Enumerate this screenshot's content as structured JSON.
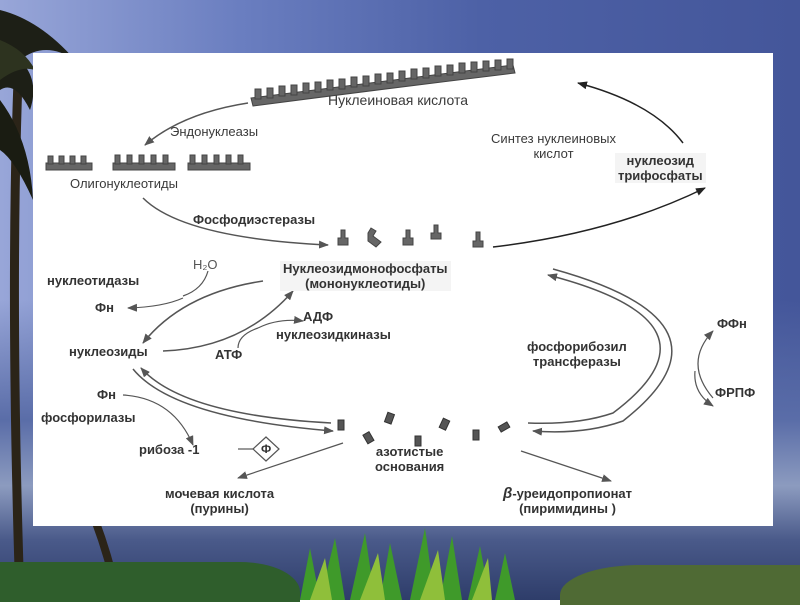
{
  "slide": {
    "background": {
      "sky_color": "#4d61a6",
      "accent_light": "#98a6d8"
    },
    "diagram": {
      "title_hidden": true,
      "nodes": {
        "nucleic_acid": "Нуклеиновая кислота",
        "oligonucleotides": "Олигонуклеотиды",
        "nmp_line1": "Нуклеозидмонофосфаты",
        "nmp_line2": "(мононуклеотиды)",
        "ntp_line1": "нуклеозид",
        "ntp_line2": "трифосфаты",
        "nucleosides": "нуклеозиды",
        "bases_line1": "азотистые",
        "bases_line2": "основания",
        "uric_acid_line1": "мочевая кислота",
        "uric_acid_line2": "(пурины)",
        "ureido_prefix": "β",
        "ureido_line1": "-уреидопропионат",
        "ureido_line2": "(пиримидины )",
        "ribose": "рибоза -1",
        "phosphate_symbol": "Ф"
      },
      "enzymes": {
        "endonucleases": "Эндонуклеазы",
        "synthesis_line1": "Синтез нуклеиновых",
        "synthesis_line2": "кислот",
        "phosphodiesterases": "Фосфодиэстеразы",
        "nucleotidases": "нуклеотидазы",
        "nucleoside_kinases": "нуклеозидкиназы",
        "phosphorylases": "фосфорилазы",
        "prt_line1": "фосфорибозил",
        "prt_line2": "трансферазы"
      },
      "cofactors": {
        "water": "H₂O",
        "pi_1": "Фн",
        "pi_2": "Фн",
        "adp": "АДФ",
        "atp": "АТФ",
        "ppi": "ФФн",
        "prpp": "ФРПФ"
      }
    }
  }
}
